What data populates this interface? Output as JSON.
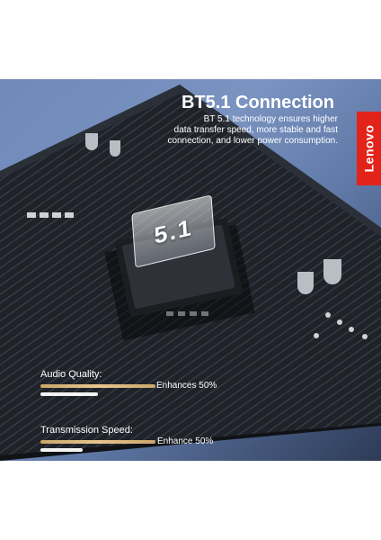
{
  "headline": "BT5.1 Connection",
  "description": [
    "BT 5.1 technology ensures higher",
    "data transfer speed, more stable and fast",
    "connection, and lower power consumption."
  ],
  "brand": "Lenovo",
  "chip_label": "5.1",
  "colors": {
    "brand_red": "#e2231a",
    "bar_gold": "#d9b57c",
    "background_blue": "#7a93c1"
  },
  "metrics": [
    {
      "label": "Audio Quality:",
      "value_text": "Enhances 50%",
      "improved_level": 1.0,
      "baseline_level": 0.5
    },
    {
      "label": "Transmission Speed:",
      "value_text": "Enhance 50%",
      "improved_level": 1.0,
      "baseline_level": 0.37
    }
  ]
}
